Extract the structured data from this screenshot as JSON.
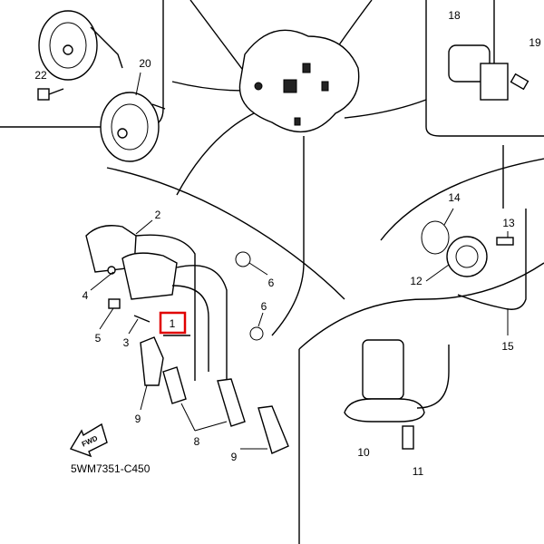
{
  "diagram": {
    "code": "5WM7351-C450",
    "fwd_label": "FWD",
    "highlight_color": "#e00000",
    "callouts": {
      "c1": "1",
      "c2": "2",
      "c3": "3",
      "c4": "4",
      "c5": "5",
      "c6a": "6",
      "c6b": "6",
      "c8": "8",
      "c9a": "9",
      "c9b": "9",
      "c10": "10",
      "c11": "11",
      "c12": "12",
      "c13": "13",
      "c14": "14",
      "c15": "15",
      "c18": "18",
      "c19": "19",
      "c20": "20",
      "c22": "22"
    }
  }
}
